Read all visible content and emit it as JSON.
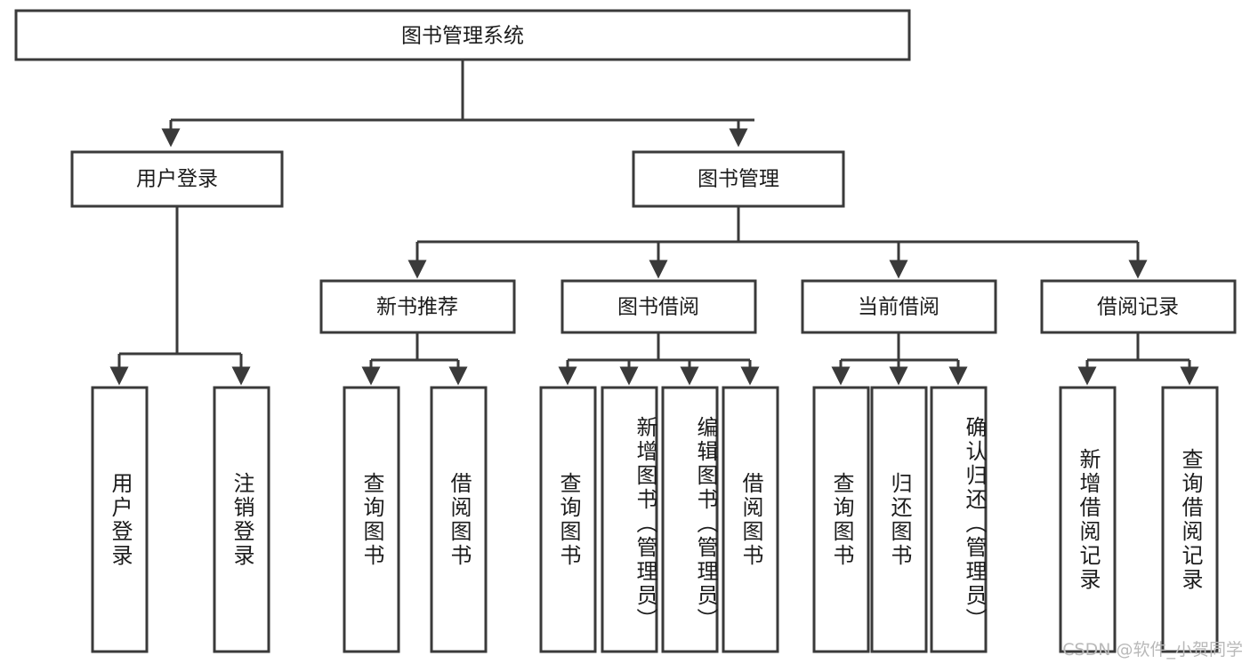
{
  "diagram": {
    "title": "图书管理系统",
    "type": "hierarchy-tree",
    "root": {
      "id": "root",
      "label": "图书管理系统",
      "orientation": "horizontal"
    },
    "level2": [
      {
        "id": "user-login",
        "label": "用户登录",
        "orientation": "horizontal"
      },
      {
        "id": "book-manage",
        "label": "图书管理",
        "orientation": "horizontal"
      }
    ],
    "level3": [
      {
        "id": "new-book-recommend",
        "label": "新书推荐",
        "parent": "book-manage",
        "orientation": "horizontal"
      },
      {
        "id": "book-borrow",
        "label": "图书借阅",
        "parent": "book-manage",
        "orientation": "horizontal"
      },
      {
        "id": "current-borrow",
        "label": "当前借阅",
        "parent": "book-manage",
        "orientation": "horizontal"
      },
      {
        "id": "borrow-record",
        "label": "借阅记录",
        "parent": "book-manage",
        "orientation": "horizontal"
      }
    ],
    "leaves": [
      {
        "id": "leaf-user-login",
        "label": "用户登录",
        "parent": "user-login",
        "orientation": "vertical"
      },
      {
        "id": "leaf-user-logout",
        "label": "注销登录",
        "parent": "user-login",
        "orientation": "vertical"
      },
      {
        "id": "leaf-query-book-1",
        "label": "查询图书",
        "parent": "new-book-recommend",
        "orientation": "vertical"
      },
      {
        "id": "leaf-borrow-book-1",
        "label": "借阅图书",
        "parent": "new-book-recommend",
        "orientation": "vertical"
      },
      {
        "id": "leaf-query-book-2",
        "label": "查询图书",
        "parent": "book-borrow",
        "orientation": "vertical"
      },
      {
        "id": "leaf-add-book",
        "label": "新增图书（管理员）",
        "parent": "book-borrow",
        "orientation": "vertical"
      },
      {
        "id": "leaf-edit-book",
        "label": "编辑图书（管理员）",
        "parent": "book-borrow",
        "orientation": "vertical"
      },
      {
        "id": "leaf-borrow-book-2",
        "label": "借阅图书",
        "parent": "book-borrow",
        "orientation": "vertical"
      },
      {
        "id": "leaf-query-book-3",
        "label": "查询图书",
        "parent": "current-borrow",
        "orientation": "vertical"
      },
      {
        "id": "leaf-return-book",
        "label": "归还图书",
        "parent": "current-borrow",
        "orientation": "vertical"
      },
      {
        "id": "leaf-confirm-return",
        "label": "确认归还（管理员）",
        "parent": "current-borrow",
        "orientation": "vertical"
      },
      {
        "id": "leaf-add-record",
        "label": "新增借阅记录",
        "parent": "borrow-record",
        "orientation": "vertical"
      },
      {
        "id": "leaf-query-record",
        "label": "查询借阅记录",
        "parent": "borrow-record",
        "orientation": "vertical"
      }
    ],
    "colors": {
      "background": "#ffffff",
      "box_fill": "#ffffff",
      "box_stroke": "#3a3a3a",
      "text": "#1c1c1c",
      "watermark": "#b9b9b9"
    }
  },
  "watermark": {
    "text": "CSDN @软件_小贺同学"
  }
}
